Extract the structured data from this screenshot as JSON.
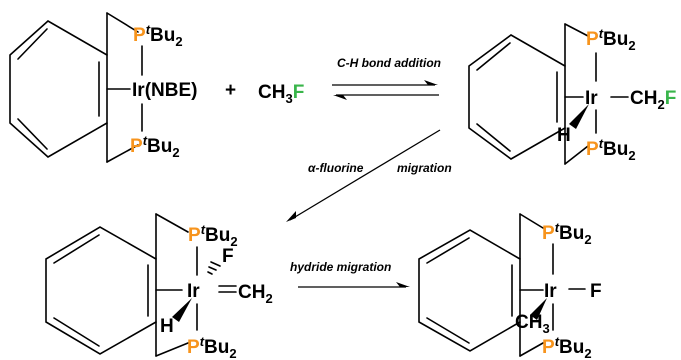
{
  "colors": {
    "phosphorus": "#F7941D",
    "fluorine": "#39B54A",
    "bond": "#000000"
  },
  "labels": {
    "step1": "C-H bond addition",
    "step2_alpha": "α-fluorine",
    "step2_migration": "migration",
    "step3": "hydride migration"
  },
  "atoms": {
    "p": "P",
    "t": "t",
    "bu": "Bu",
    "sub2": "2",
    "ir": "Ir",
    "nbe": "(NBE)",
    "plus": "+",
    "ch3f_main": "CH",
    "ch3f_sub": "3",
    "f": "F",
    "h": "H",
    "ch2": "CH",
    "ch3": "CH",
    "sub3": "3"
  }
}
